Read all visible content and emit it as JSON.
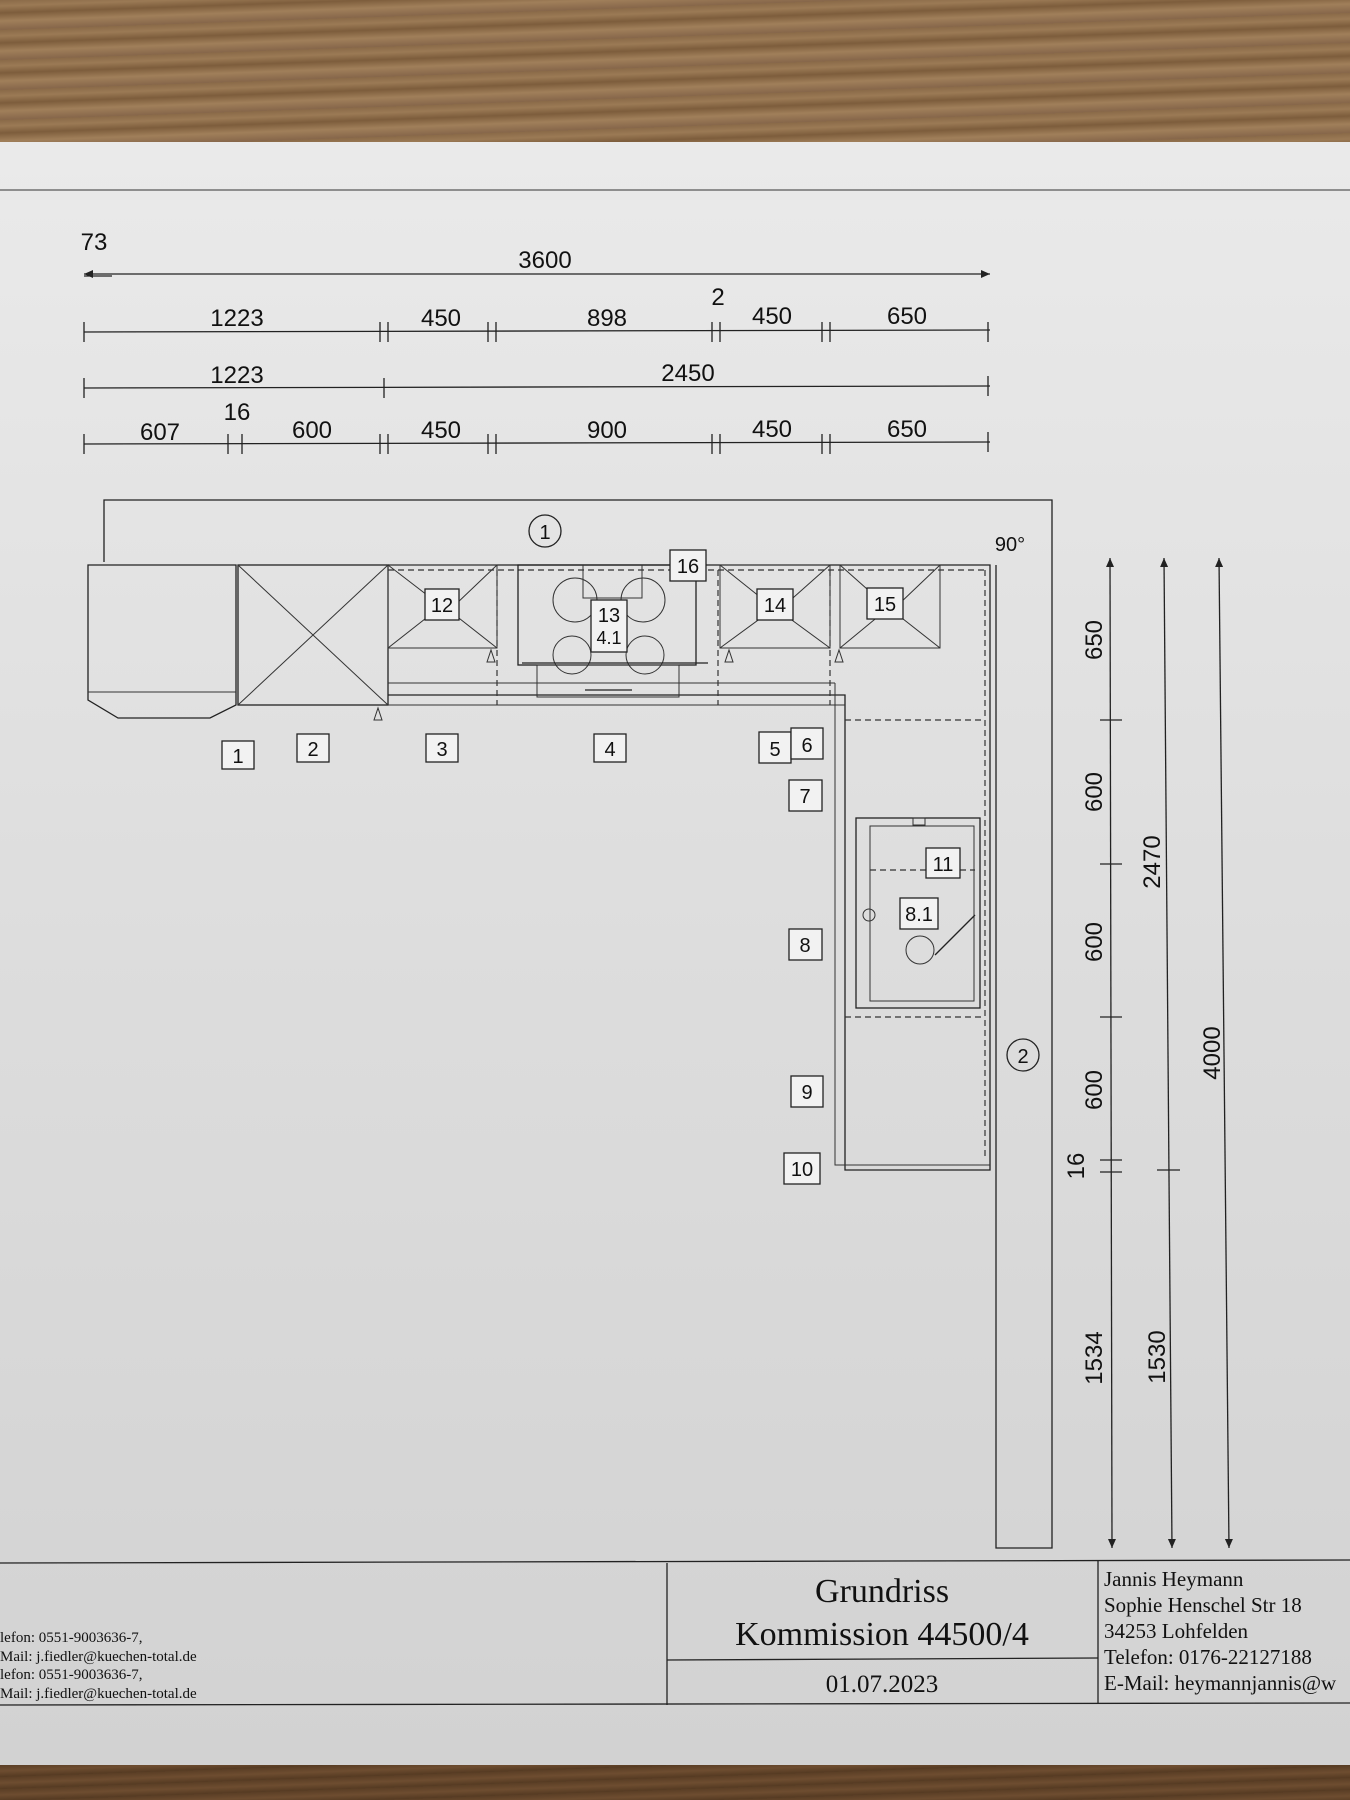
{
  "dimensions_top": {
    "d73": "73",
    "total": "3600",
    "row1": [
      "1223",
      "450",
      "898",
      "2",
      "450",
      "650"
    ],
    "row2": [
      "1223",
      "2450"
    ],
    "row3": [
      "607",
      "16",
      "600",
      "450",
      "900",
      "450",
      "650"
    ]
  },
  "dimensions_right": {
    "inner": [
      "650",
      "600",
      "600",
      "600",
      "16",
      "1534"
    ],
    "middle": [
      "2470",
      "1530"
    ],
    "outer": [
      "4000"
    ]
  },
  "angle": "90°",
  "wall_labels": [
    "1",
    "2"
  ],
  "unit_labels": [
    "1",
    "2",
    "3",
    "4",
    "5",
    "6",
    "7",
    "8",
    "9",
    "10",
    "11",
    "12",
    "13",
    "14",
    "15",
    "16",
    "4.1",
    "8.1"
  ],
  "title_block": {
    "left_lines": [
      "lefon: 0551-9003636-7,",
      "Mail: j.fiedler@kuechen-total.de",
      "lefon: 0551-9003636-7,",
      "Mail: j.fiedler@kuechen-total.de"
    ],
    "title": "Grundriss",
    "commission": "Kommission 44500/4",
    "date": "01.07.2023",
    "client": [
      "Jannis Heymann",
      "Sophie Henschel Str 18",
      "34253 Lohfelden",
      "Telefon: 0176-22127188",
      "E-Mail: heymannjannis@w"
    ]
  }
}
